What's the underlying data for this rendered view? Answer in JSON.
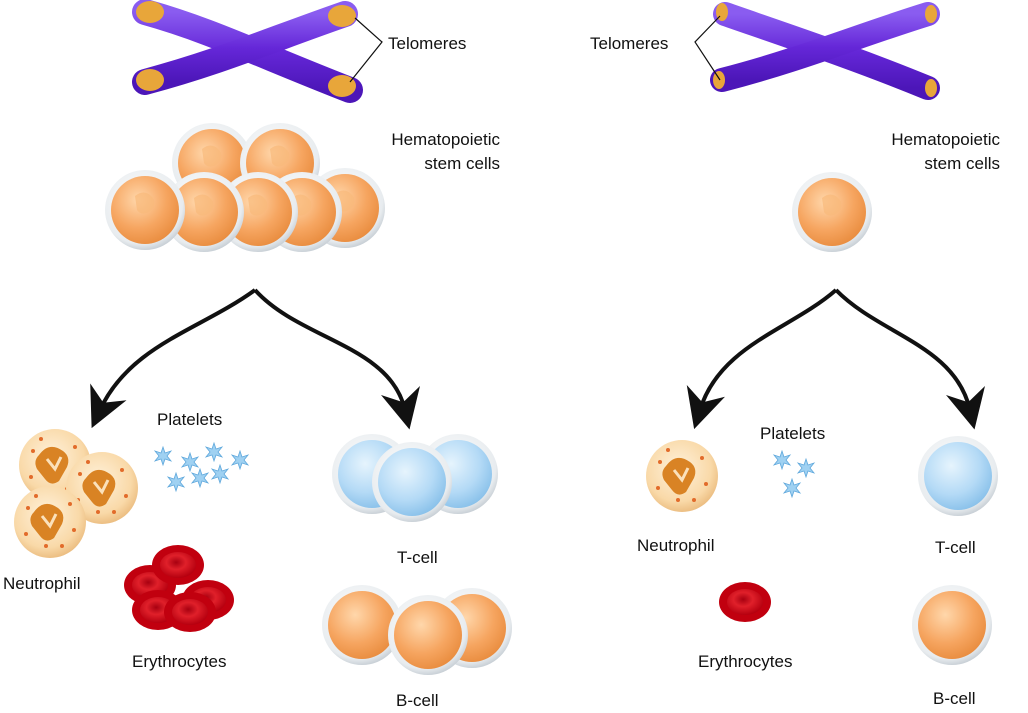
{
  "left_panel": {
    "telomeres_label": "Telomeres",
    "stem_cells_label_line1": "Hematopoietic",
    "stem_cells_label_line2": "stem cells",
    "platelets_label": "Platelets",
    "neutrophil_label": "Neutrophil",
    "erythrocytes_label": "Erythrocytes",
    "tcell_label": "T-cell",
    "bcell_label": "B-cell"
  },
  "right_panel": {
    "telomeres_label": "Telomeres",
    "stem_cells_label_line1": "Hematopoietic",
    "stem_cells_label_line2": "stem cells",
    "platelets_label": "Platelets",
    "neutrophil_label": "Neutrophil",
    "erythrocytes_label": "Erythrocytes",
    "tcell_label": "T-cell",
    "bcell_label": "B-cell"
  },
  "colors": {
    "chromosome": "#6a2ce0",
    "telomere": "#e8a63a",
    "stem_cell": "#f6a560",
    "tcell": "#a9d3f5",
    "bcell": "#f6a560",
    "erythrocyte": "#d9121d",
    "platelet": "#8cc7ef",
    "neutrophil": "#f9d39d",
    "arrow": "#111111"
  }
}
